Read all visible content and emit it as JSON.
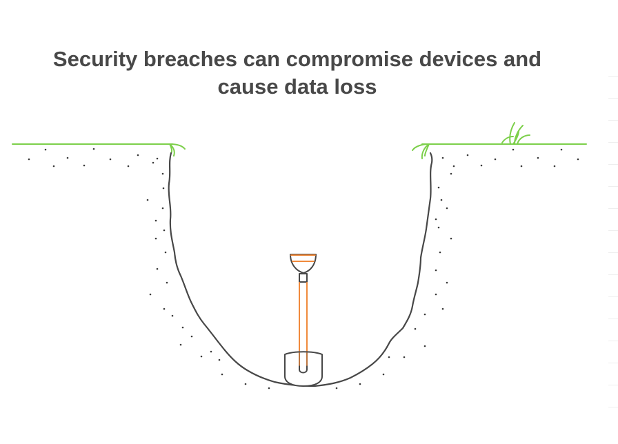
{
  "title": {
    "line1": "Security breaches can compromise devices and",
    "line2": "cause data loss"
  },
  "illustration": {
    "subject": "shovel-in-hole",
    "colors": {
      "outline": "#474747",
      "grass": "#7ccf4a",
      "shovel_accent": "#f08a3c",
      "dots": "#3a3a3a",
      "background": "#ffffff"
    }
  }
}
